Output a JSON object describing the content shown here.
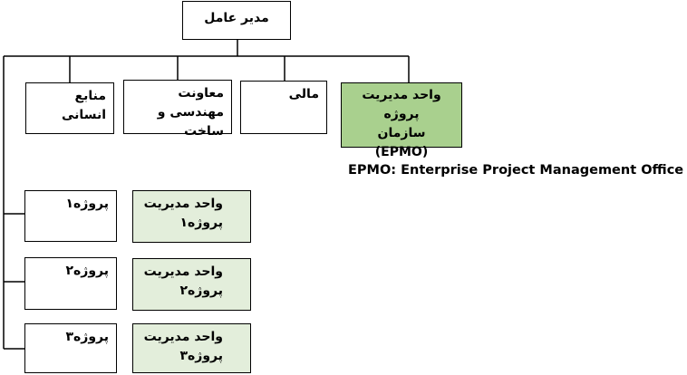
{
  "ceo": {
    "label": "مدیر عامل"
  },
  "departments": [
    {
      "lines": [
        "منابع انسانی"
      ]
    },
    {
      "lines": [
        "معاونت مهندسی و",
        "ساخت"
      ]
    },
    {
      "lines": [
        "مالی"
      ]
    },
    {
      "lines": [
        "واحد مدیریت پروژه",
        "سازمان",
        "(EPMO)"
      ]
    }
  ],
  "projects": [
    {
      "label": "پروژه۱",
      "pmu_lines": [
        "واحد مدیریت",
        "پروژه۱"
      ]
    },
    {
      "label": "پروژه۲",
      "pmu_lines": [
        "واحد مدیریت",
        "پروژه۲"
      ]
    },
    {
      "label": "پروژه۳",
      "pmu_lines": [
        "واحد مدیریت",
        "پروژه۳"
      ]
    }
  ],
  "caption": "EPMO: Enterprise Project  Management Office",
  "colors": {
    "epmo": "#a9d08e",
    "pmu": "#e3eedb",
    "line": "#000000"
  }
}
